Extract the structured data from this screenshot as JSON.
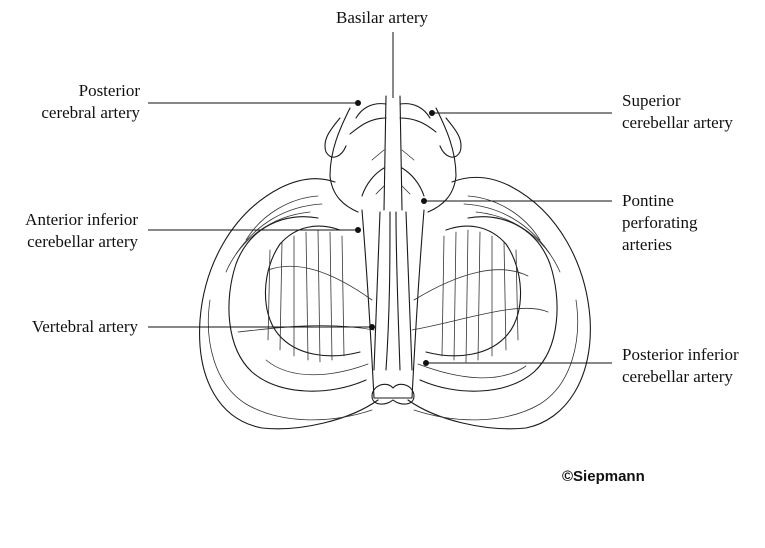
{
  "labels": {
    "basilar": "Basilar artery",
    "posterior_cerebral": "Posterior\ncerebral artery",
    "superior_cerebellar": "Superior\ncerebellar artery",
    "anterior_inferior": "Anterior inferior\ncerebellar artery",
    "pontine": "Pontine\nperforating\narteries",
    "vertebral": "Vertebral artery",
    "posterior_inferior": "Posterior inferior\ncerebellar artery"
  },
  "credit": "©Siepmann"
}
